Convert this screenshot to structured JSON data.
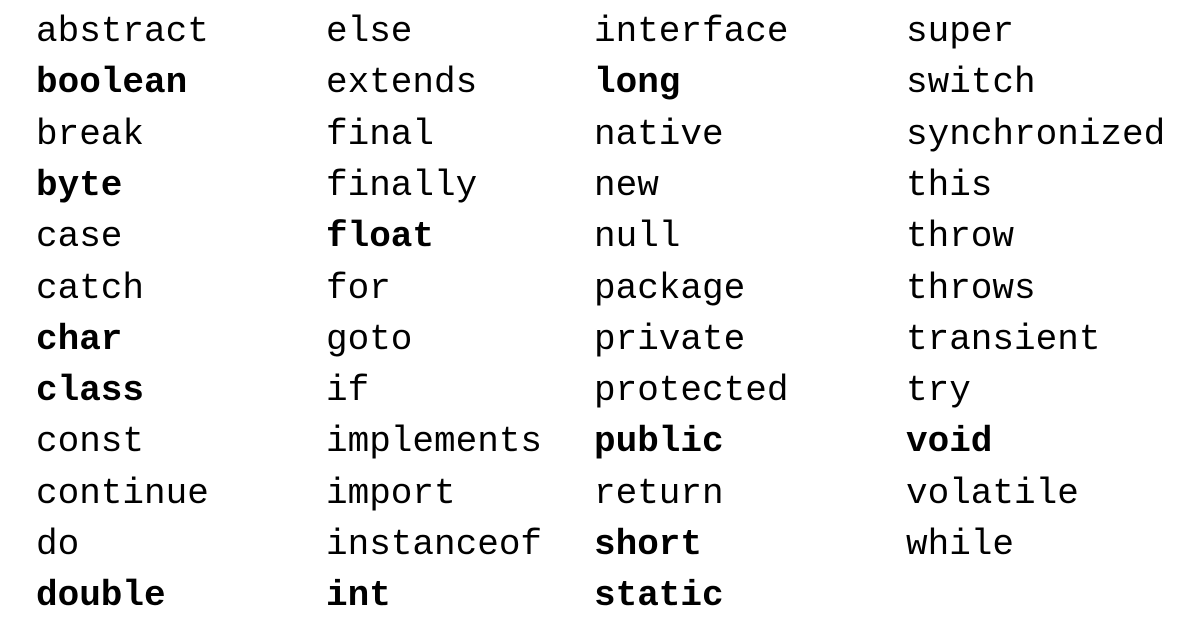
{
  "columns": [
    {
      "keywords": [
        {
          "text": "abstract",
          "bold": false
        },
        {
          "text": "boolean",
          "bold": true
        },
        {
          "text": "break",
          "bold": false
        },
        {
          "text": "byte",
          "bold": true
        },
        {
          "text": "case",
          "bold": false
        },
        {
          "text": "catch",
          "bold": false
        },
        {
          "text": "char",
          "bold": true
        },
        {
          "text": "class",
          "bold": true
        },
        {
          "text": "const",
          "bold": false
        },
        {
          "text": "continue",
          "bold": false
        },
        {
          "text": "do",
          "bold": false
        },
        {
          "text": "double",
          "bold": true
        }
      ]
    },
    {
      "keywords": [
        {
          "text": "else",
          "bold": false
        },
        {
          "text": "extends",
          "bold": false
        },
        {
          "text": "final",
          "bold": false
        },
        {
          "text": "finally",
          "bold": false
        },
        {
          "text": "float",
          "bold": true
        },
        {
          "text": "for",
          "bold": false
        },
        {
          "text": "goto",
          "bold": false
        },
        {
          "text": "if",
          "bold": false
        },
        {
          "text": "implements",
          "bold": false
        },
        {
          "text": "import",
          "bold": false
        },
        {
          "text": "instanceof",
          "bold": false
        },
        {
          "text": "int",
          "bold": true
        }
      ]
    },
    {
      "keywords": [
        {
          "text": "interface",
          "bold": false
        },
        {
          "text": "long",
          "bold": true
        },
        {
          "text": "native",
          "bold": false
        },
        {
          "text": "new",
          "bold": false
        },
        {
          "text": "null",
          "bold": false
        },
        {
          "text": "package",
          "bold": false
        },
        {
          "text": "private",
          "bold": false
        },
        {
          "text": "protected",
          "bold": false
        },
        {
          "text": "public",
          "bold": true
        },
        {
          "text": "return",
          "bold": false
        },
        {
          "text": "short",
          "bold": true
        },
        {
          "text": "static",
          "bold": true
        }
      ]
    },
    {
      "keywords": [
        {
          "text": "super",
          "bold": false
        },
        {
          "text": "switch",
          "bold": false
        },
        {
          "text": "synchronized",
          "bold": false
        },
        {
          "text": "this",
          "bold": false
        },
        {
          "text": "throw",
          "bold": false
        },
        {
          "text": "throws",
          "bold": false
        },
        {
          "text": "transient",
          "bold": false
        },
        {
          "text": "try",
          "bold": false
        },
        {
          "text": "void",
          "bold": true
        },
        {
          "text": "volatile",
          "bold": false
        },
        {
          "text": "while",
          "bold": false
        }
      ]
    }
  ]
}
